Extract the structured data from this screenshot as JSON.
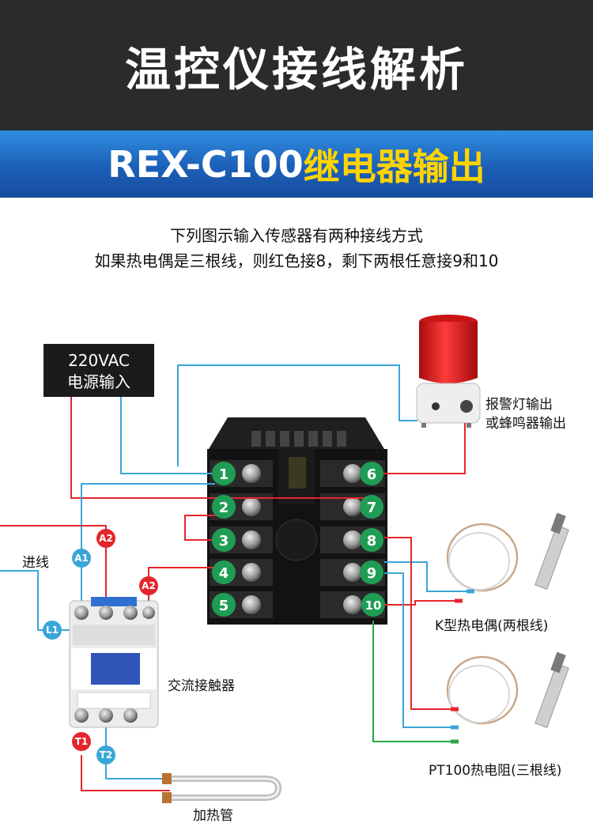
{
  "header": {
    "title": "温控仪接线解析"
  },
  "banner": {
    "model": "REX-C100",
    "output": "继电器输出"
  },
  "intro": {
    "line1": "下列图示输入传感器有两种接线方式",
    "line2": "如果热电偶是三根线，则红色接8，剩下两根任意接9和10"
  },
  "power_box": {
    "line1": "220VAC",
    "line2": "电源输入"
  },
  "terminals": {
    "left": [
      "1",
      "2",
      "3",
      "4",
      "5"
    ],
    "right": [
      "6",
      "7",
      "8",
      "9",
      "10"
    ]
  },
  "wire_markers": [
    "A2",
    "A1",
    "A2",
    "L1",
    "T1",
    "T2"
  ],
  "labels": {
    "incoming": "进线",
    "alarm_line1": "报警灯输出",
    "alarm_line2": "或蜂鸣器输出",
    "k_thermocouple": "K型热电偶(两根线)",
    "pt100": "PT100热电阻(三根线)",
    "contactor": "交流接触器",
    "heater": "加热管"
  },
  "colors": {
    "red": "#e3262b",
    "blue": "#3aa6d8",
    "green": "#2aa84a",
    "terminal_green": "#1f9d55",
    "header_dark": "#2b2b2b",
    "banner_blue": "#1c5fb8",
    "accent_yellow": "#ffd400"
  }
}
